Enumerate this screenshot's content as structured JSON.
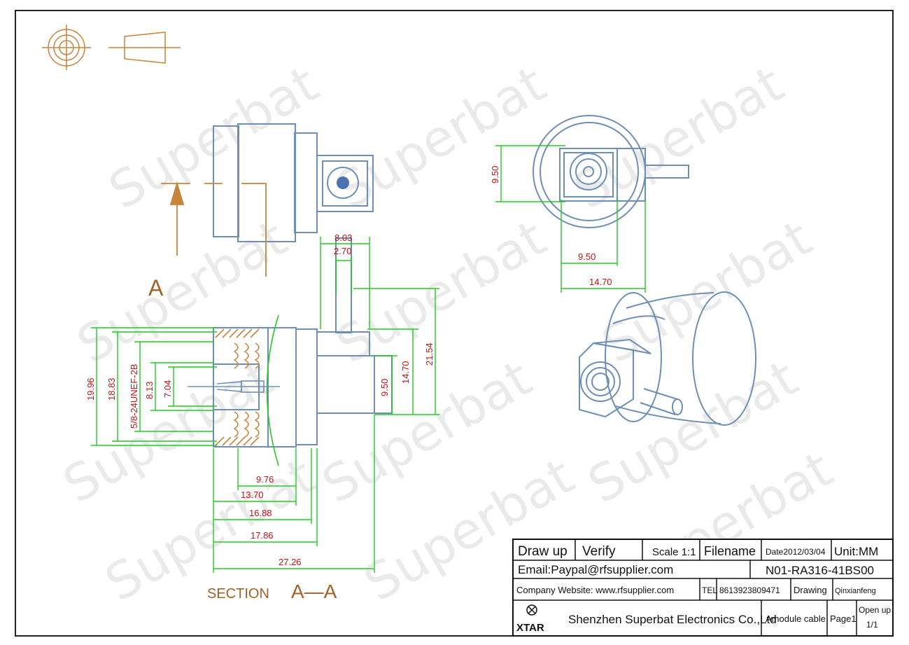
{
  "watermark": "Superbat",
  "labels": {
    "view_letter": "A",
    "section": "SECTION",
    "section_ref": "A—A"
  },
  "dimensions": {
    "top_h": "9.50",
    "top_w1": "9.50",
    "top_w2": "14.70",
    "d_803": "8.03",
    "d_270": "2.70",
    "d_2154": "21.54",
    "d_1470": "14.70",
    "d_950": "9.50",
    "d_1996": "19.96",
    "d_1883": "18.83",
    "d_thread": "5/8-24UNEF-2B",
    "d_813": "8.13",
    "d_704": "7.04",
    "d_976": "9.76",
    "d_1370": "13.70",
    "d_1688": "16.88",
    "d_1786": "17.86",
    "d_2726": "27.26"
  },
  "title_block": {
    "draw_up": "Draw up",
    "verify": "Verify",
    "scale": "Scale 1:1",
    "filename": "Filename",
    "date": "Date2012/03/04",
    "unit": "Unit:MM",
    "email": "Email:Paypal@rfsupplier.com",
    "part_no": "N01-RA316-41BS00",
    "website": "Company Website:  www.rfsupplier.com",
    "tel_label": "TEL",
    "tel": "8613923809471",
    "drawing_label": "Drawing",
    "drawer": "Qinxianfeng",
    "logo": "XTAR",
    "company": "Shenzhen Superbat Electronics Co.,Ltd",
    "product": "Amodule cable",
    "page": "Page1",
    "open_up": "Open up",
    "open_up_val": "1/1"
  },
  "colors": {
    "outline": "#6e8fb5",
    "dimension": "#22cc22",
    "text": "#cc1111",
    "hatch": "#c8843a",
    "accent": "#c8843a"
  }
}
